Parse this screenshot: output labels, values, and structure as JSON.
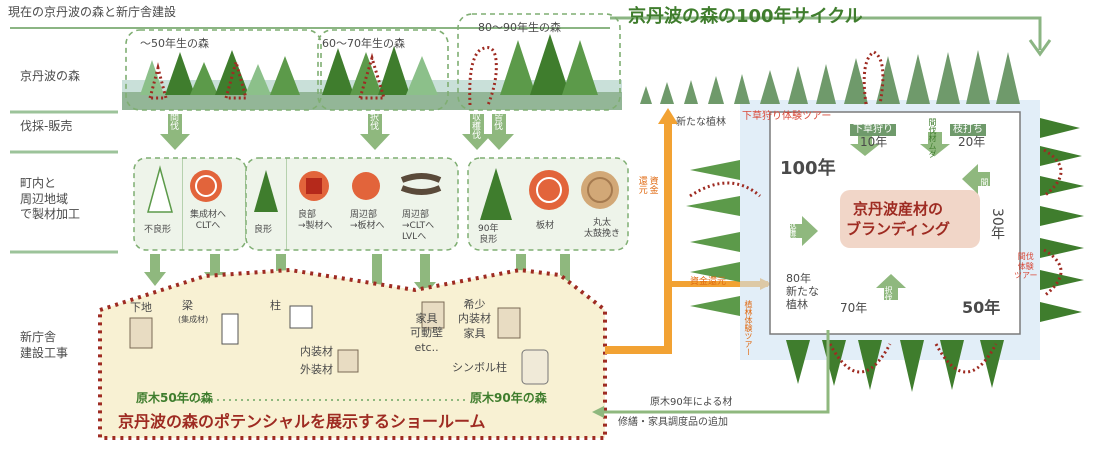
{
  "header": {
    "left_title": "現在の京丹波の森と新庁舎建設",
    "right_title": "京丹波の森の100年サイクル"
  },
  "row_labels": {
    "forest": "京丹波の森",
    "harvest": "伐採-販売",
    "process": "町内と\n周辺地域\nで製材加工",
    "build": "新庁舎\n建設工事"
  },
  "forest_groups": {
    "g50": "～50年生の森",
    "g60": "60～70年生の森",
    "g80": "80～90年生の森"
  },
  "harvest_labels": {
    "a1": "間伐",
    "a2": "択伐",
    "a3": "収穫伐",
    "a4": "皆伐"
  },
  "process_items": {
    "bad_shape": "不良形",
    "laminated": "集成材へ\nCLTへ",
    "good_shape": "良形",
    "core_good": "良部\n→製材へ",
    "around": "周辺部\n→板材へ",
    "around_clt": "周辺部\n→CLTへ\nLVLへ",
    "y90": "90年\n良形",
    "board": "板材",
    "log": "丸太\n太鼓挽き"
  },
  "building": {
    "shitaji": "下地",
    "hari": "梁",
    "hari_sub": "(集成材)",
    "hashira": "柱",
    "naiso": "内装材",
    "gaiso": "外装材",
    "kagu": "家具\n可動壁\netc..",
    "kisho": "希少\n内装材\n家具",
    "symbol": "シンボル柱",
    "forest50": "原木50年の森",
    "forest90": "原木90年の森",
    "showroom": "京丹波の森のポテンシャルを展示するショールーム"
  },
  "cycle": {
    "new_planting": "新たな植林",
    "shitakusa_tour": "下草狩り体験ツアー",
    "shitakusa": "下草狩り",
    "y10": "10年",
    "edauchi": "枝打ち",
    "y20": "20年",
    "kanbatsu_v": "間伐材ムダ",
    "y100": "100年",
    "branding": "京丹波産材の\nブランディング",
    "y30": "30年",
    "kanbatsu_tour": "間伐\n体験\nツアー",
    "kanbatsu_r": "間伐",
    "shikin": "資金\n還元",
    "shikin2": "資金還元",
    "shukaku": "収穫伐",
    "y80": "80年\n新たな\n植林",
    "y70": "70年",
    "takubatsu": "択伐",
    "y50": "50年",
    "shokurin_tour": "植林体験ツアー",
    "genboku90": "原木90年による材",
    "repair": "修繕・家具調度品の追加"
  },
  "colors": {
    "green_dark": "#3f7d2d",
    "green_light": "#8cb98a",
    "red_dots": "#9e2b22",
    "orange": "#f2a233",
    "box_fill": "#f8f1d3"
  }
}
